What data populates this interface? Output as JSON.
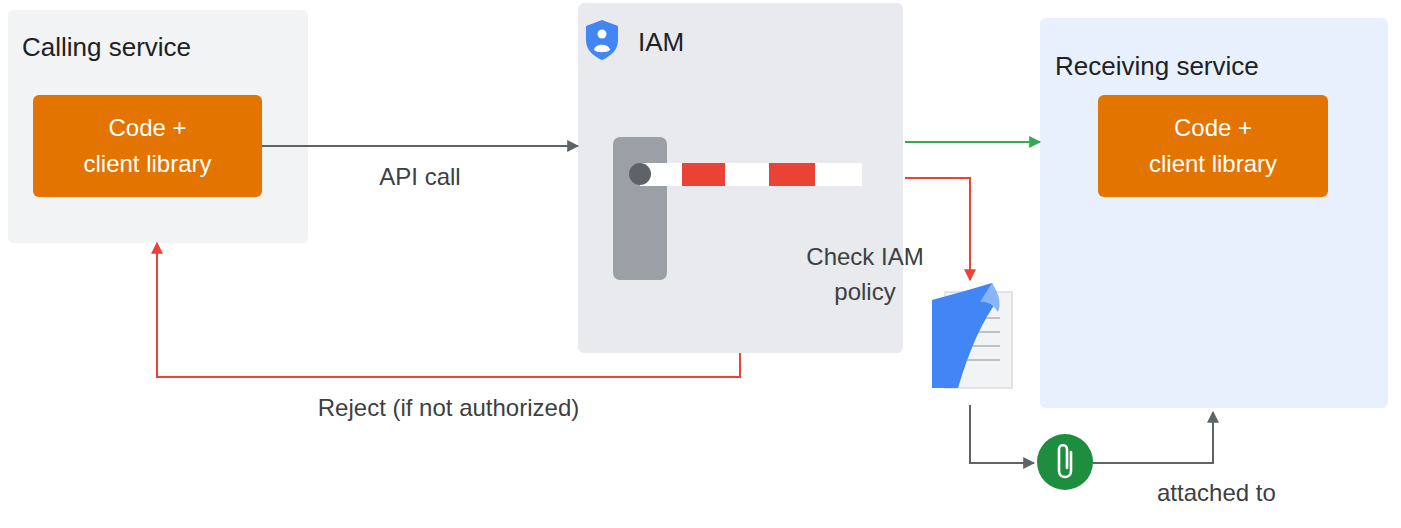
{
  "diagram": {
    "nodes": [
      {
        "text": [
          "Calling service"
        ]
      },
      {
        "text": [
          "Code + client library"
        ],
        "in": 0
      },
      {
        "text": [
          "IAM"
        ]
      },
      {
        "text": [
          "Receiving service"
        ]
      },
      {
        "text": [
          "Code + client library"
        ],
        "in": 3
      }
    ],
    "edges": [
      {
        "from": 1,
        "to": 2,
        "arrow": "to",
        "label": "API call"
      },
      {
        "from": 2,
        "to": 3,
        "arrow": "to"
      },
      {
        "from": 2,
        "to": 0,
        "arrow": "to",
        "label": "Reject (if not authorized)"
      }
    ],
    "labels": [
      "Check IAM policy",
      "attached to"
    ]
  }
}
